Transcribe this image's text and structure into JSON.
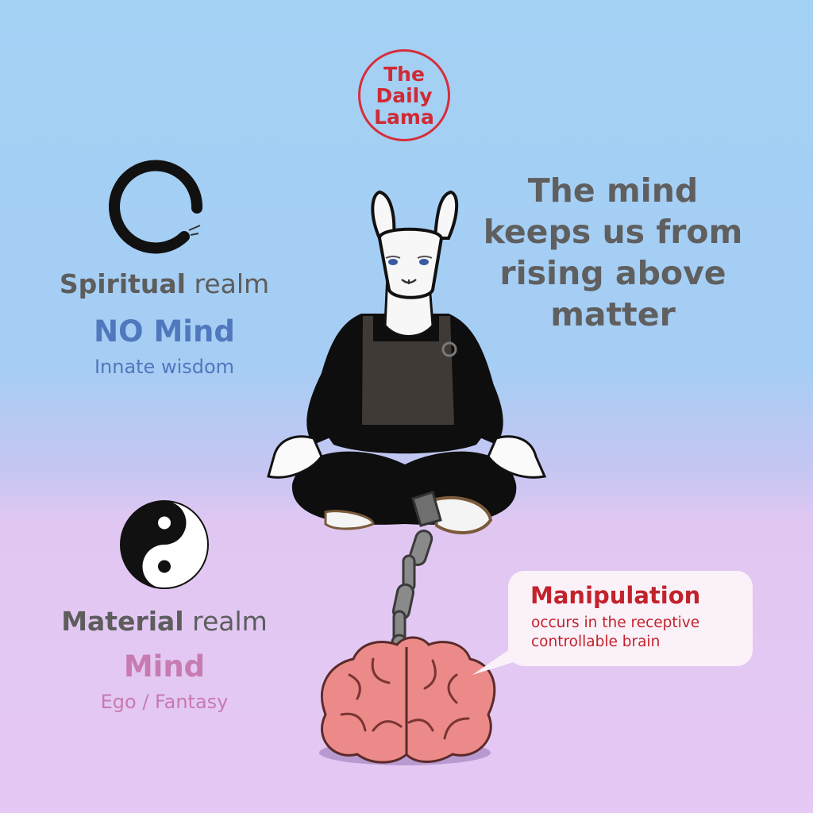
{
  "logo": {
    "line1": "The",
    "line2": "Daily",
    "line3": "Lama"
  },
  "headline": {
    "line1": "The mind",
    "line2": "keeps us from",
    "line3": "rising above",
    "line4": "matter"
  },
  "spiritual": {
    "title_bold": "Spiritual",
    "title_rest": " realm",
    "mind_label": "NO Mind",
    "subtitle": "Innate wisdom",
    "icon": "enso-circle-icon"
  },
  "material": {
    "title_bold": "Material",
    "title_rest": " realm",
    "mind_label": "Mind",
    "subtitle": "Ego / Fantasy",
    "icon": "yin-yang-icon"
  },
  "callout": {
    "title": "Manipulation",
    "line1": "occurs in the receptive",
    "line2": "controllable brain"
  },
  "colors": {
    "logo_red": "#d62e3a",
    "no_mind_blue": "#4f78bd",
    "mind_pink": "#c77bb0",
    "callout_red": "#c2222c",
    "text_gray": "#5f5f5f"
  }
}
